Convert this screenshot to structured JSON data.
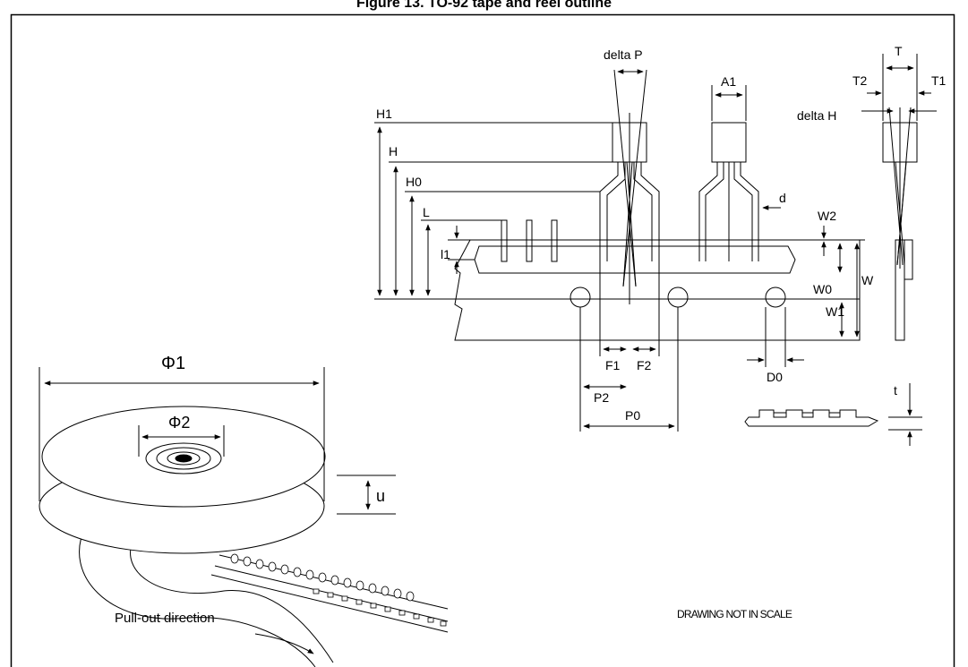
{
  "figure": {
    "title": "Figure 13. TO-92 tape and reel outline",
    "labels": {
      "phi1": "Φ1",
      "phi2": "Φ2",
      "u": "u",
      "pull_out": "Pull-out direction",
      "delta_p": "delta P",
      "a1": "A1",
      "t_top": "T",
      "t2": "T2",
      "t1": "T1",
      "delta_h": "delta H",
      "h1": "H1",
      "h": "H",
      "h0": "H0",
      "l": "L",
      "l1": "l1",
      "d": "d",
      "w2": "W2",
      "w0": "W0",
      "w": "W",
      "w1": "W1",
      "f1": "F1",
      "f2": "F2",
      "p2": "P2",
      "p0": "P0",
      "d0": "D0",
      "t_small": "t",
      "note": "DRAWING NOT IN SCALE"
    }
  }
}
